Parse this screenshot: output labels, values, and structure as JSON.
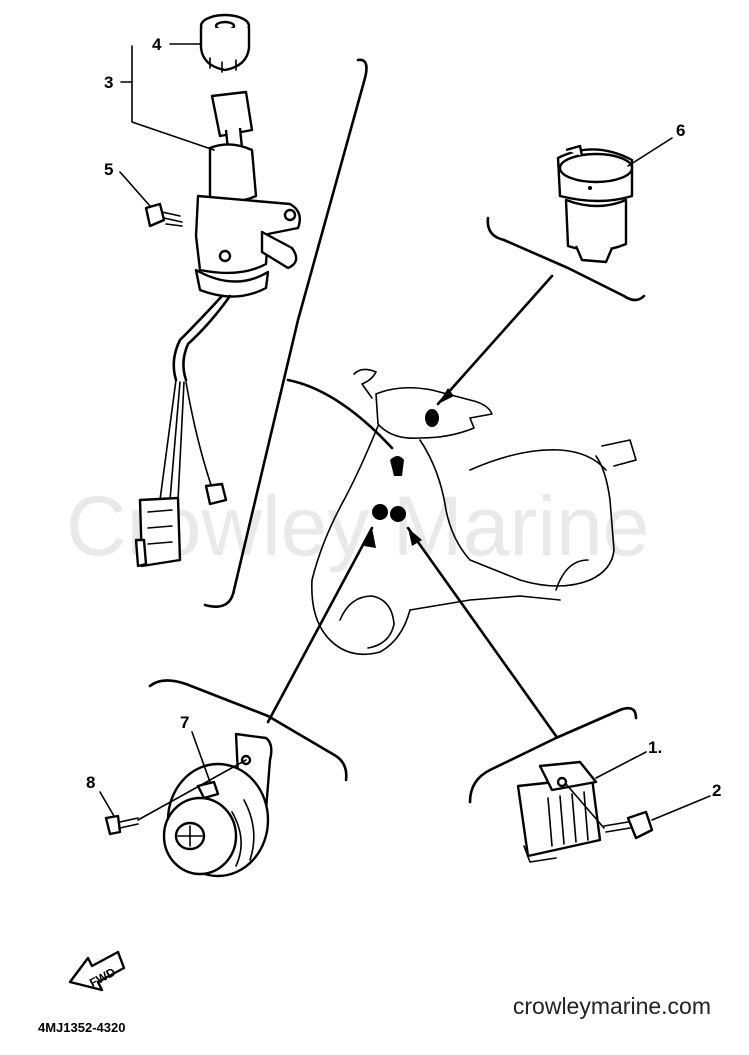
{
  "watermark": "Crowley Marine",
  "website": "crowleymarine.com",
  "diagram_code": "4MJ1352-4320",
  "fwd_label": "FWD",
  "callouts": {
    "c1": "1.",
    "c2": "2",
    "c3": "3",
    "c4": "4",
    "c5": "5",
    "c6": "6",
    "c7": "7",
    "c8": "8"
  }
}
